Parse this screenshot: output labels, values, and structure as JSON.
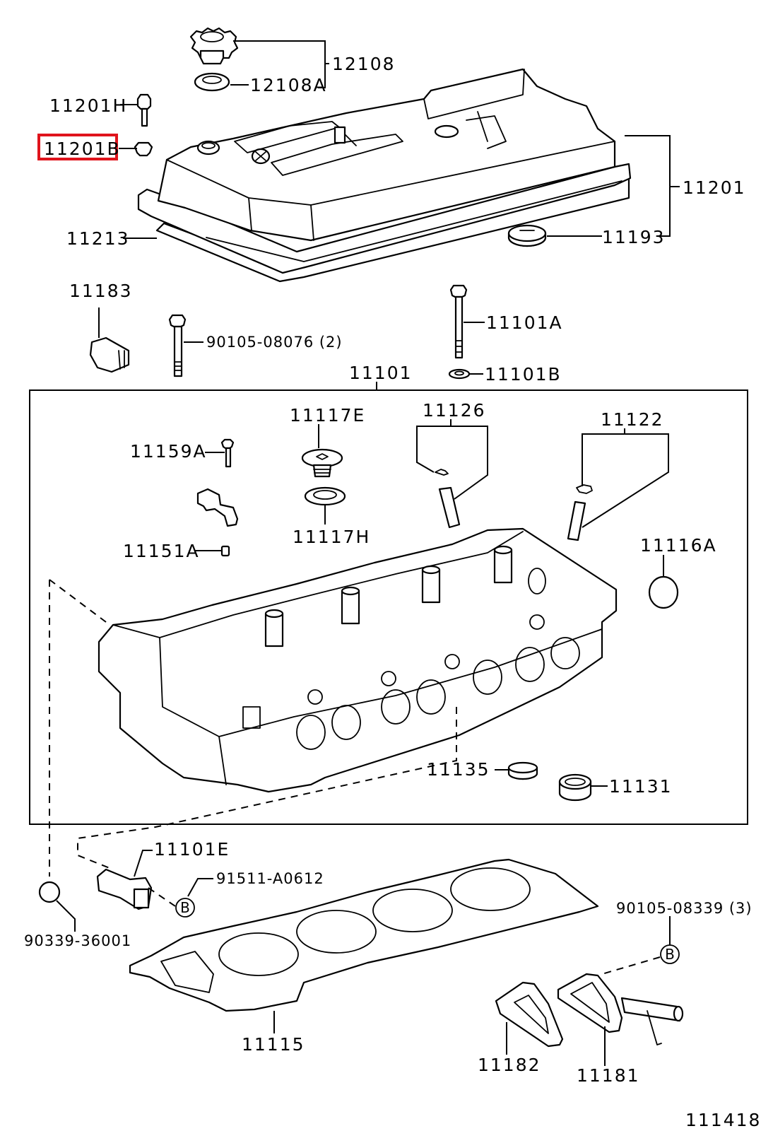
{
  "diagram": {
    "figure_number": "111418",
    "highlight_color": "#e0141c",
    "highlighted_part": "11201B",
    "callout_reference": "B",
    "parts": {
      "p12108": "12108",
      "p12108A": "12108A",
      "p11201H": "11201H",
      "p11201B": "11201B",
      "p11201": "11201",
      "p11213": "11213",
      "p11193": "11193",
      "p11183": "11183",
      "p90105_08076": "90105-08076 (2)",
      "p11101A": "11101A",
      "p11101B": "11101B",
      "p11101": "11101",
      "p11117E": "11117E",
      "p11126": "11126",
      "p11122": "11122",
      "p11159A": "11159A",
      "p11117H": "11117H",
      "p11151A": "11151A",
      "p11116A": "11116A",
      "p11135": "11135",
      "p11131": "11131",
      "p11101E": "11101E",
      "p91511_A0612": "91511-A0612",
      "p90339_36001": "90339-36001",
      "p90105_08339": "90105-08339 (3)",
      "p11115": "11115",
      "p11182": "11182",
      "p11181": "11181"
    }
  }
}
